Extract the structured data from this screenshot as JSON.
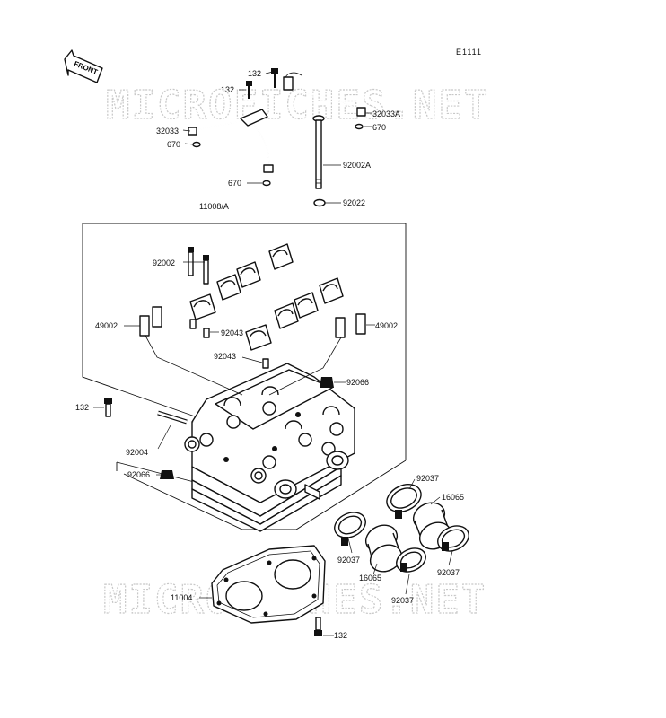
{
  "diagram": {
    "ref_code": "E1111",
    "front_label": "FRONT",
    "watermark": "MICROFICHES.NET",
    "callouts": {
      "c132_a": "132",
      "c132_b": "132",
      "c32033": "32033",
      "c670_a": "670",
      "c32033A": "32033A",
      "c670_b": "670",
      "c670_c": "670",
      "c92002A": "92002A",
      "c92022": "92022",
      "c11008A": "11008/A",
      "c92002": "92002",
      "c49002_l": "49002",
      "c49002_r": "49002",
      "c92043_a": "92043",
      "c92043_b": "92043",
      "c92066_r": "92066",
      "c132_c": "132",
      "c92004": "92004",
      "c92066_l": "92066",
      "c92037_a": "92037",
      "c16065_r": "16065",
      "c92037_b": "92037",
      "c16065_b": "16065",
      "c92037_c": "92037",
      "c92037_d": "92037",
      "c11004": "11004",
      "c132_d": "132"
    }
  }
}
